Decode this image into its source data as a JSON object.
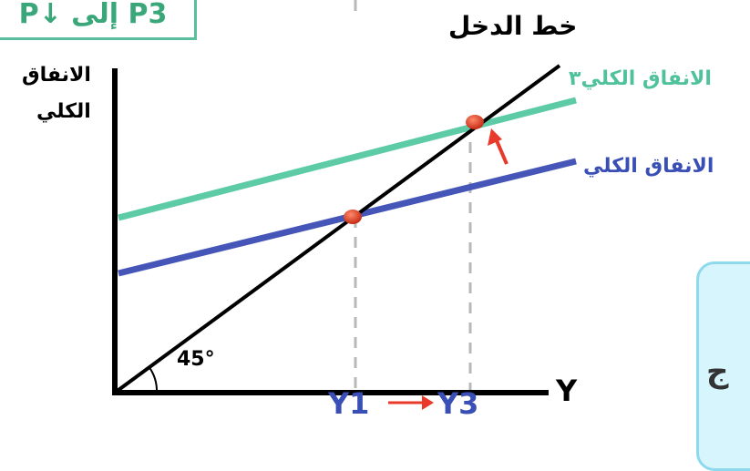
{
  "box": {
    "text": "P↓ إلى P3",
    "border_color": "#5bbf9f",
    "text_color": "#3aa77a"
  },
  "labels": {
    "income_line": "خط الدخل",
    "y_axis": [
      "الانفاق",
      "الكلي"
    ],
    "ae3": "الانفاق الكلي٣",
    "ae": "الانفاق الكلي",
    "angle": "45°",
    "x_axis": "Y",
    "y1": "Y1",
    "y3": "Y3"
  },
  "side_note": {
    "text": "ج"
  },
  "colors": {
    "ae3_line": "#5ccba6",
    "ae_line": "#4556b8",
    "ae_label": "#3a4fb5",
    "ae3_label": "#4fc29c",
    "axis": "#000000",
    "points": "#d9391f",
    "arrow": "#e8392a",
    "dashed": "#b8b8b8",
    "y_label": "#3a4fb5"
  },
  "chart_data": {
    "type": "line",
    "series": [
      {
        "name": "خط الدخل",
        "kind": "45-degree line"
      },
      {
        "name": "الانفاق الكلي",
        "kind": "aggregate expenditure"
      },
      {
        "name": "الانفاق الكلي٣",
        "kind": "aggregate expenditure after shift"
      }
    ],
    "equilibrium_points": [
      "Y1",
      "Y3"
    ],
    "shift": "AE → AE3 (upward)"
  }
}
